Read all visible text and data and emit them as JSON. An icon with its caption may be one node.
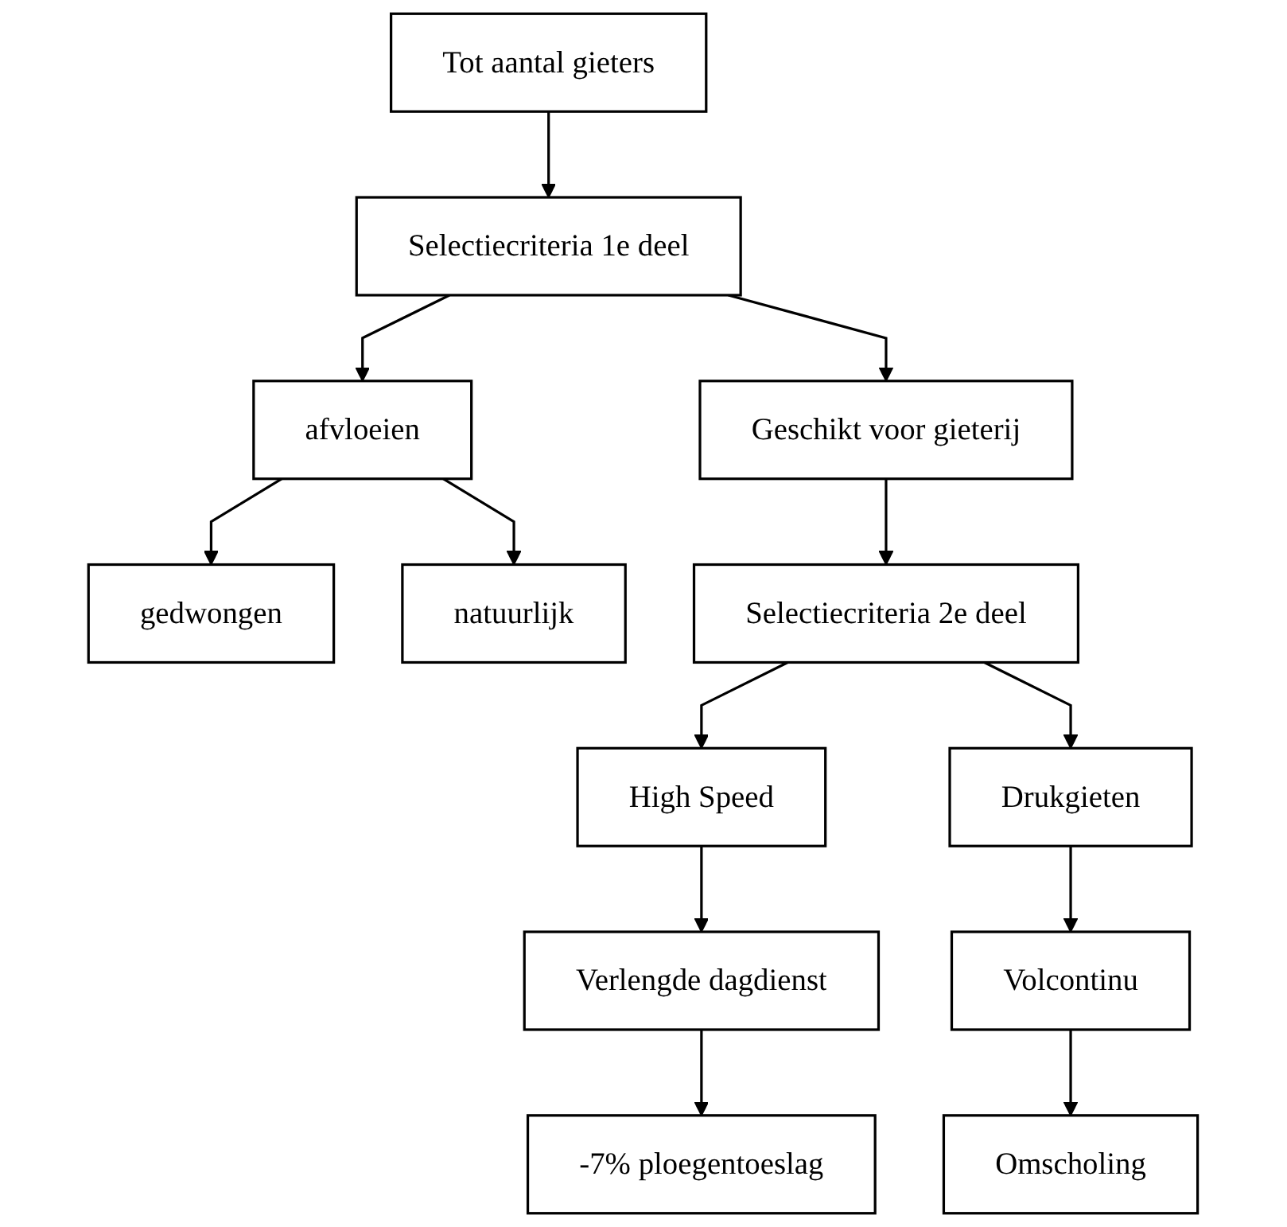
{
  "diagram": {
    "nodes": [
      {
        "text": [
          "Tot aantal gieters"
        ]
      },
      {
        "text": [
          "Selectiecriteria 1e deel"
        ]
      },
      {
        "text": [
          "afvloeien"
        ]
      },
      {
        "text": [
          "Geschikt voor gieterij"
        ]
      },
      {
        "text": [
          "gedwongen"
        ]
      },
      {
        "text": [
          "natuurlijk"
        ]
      },
      {
        "text": [
          "Selectiecriteria 2e deel"
        ]
      },
      {
        "text": [
          "High Speed"
        ]
      },
      {
        "text": [
          "Drukgieten"
        ]
      },
      {
        "text": [
          "Verlengde dagdienst"
        ]
      },
      {
        "text": [
          "Volcontinu"
        ]
      },
      {
        "text": [
          "-7% ploegentoeslag"
        ]
      },
      {
        "text": [
          "Omscholing"
        ]
      }
    ],
    "edges": [
      {
        "from": 0,
        "to": 1,
        "arrow": "to"
      },
      {
        "from": 1,
        "to": 2,
        "arrow": "to"
      },
      {
        "from": 1,
        "to": 3,
        "arrow": "to"
      },
      {
        "from": 2,
        "to": 4,
        "arrow": "to"
      },
      {
        "from": 2,
        "to": 5,
        "arrow": "to"
      },
      {
        "from": 3,
        "to": 6,
        "arrow": "to"
      },
      {
        "from": 6,
        "to": 7,
        "arrow": "to"
      },
      {
        "from": 6,
        "to": 8,
        "arrow": "to"
      },
      {
        "from": 7,
        "to": 9,
        "arrow": "to"
      },
      {
        "from": 8,
        "to": 10,
        "arrow": "to"
      },
      {
        "from": 9,
        "to": 11,
        "arrow": "to"
      },
      {
        "from": 10,
        "to": 12,
        "arrow": "to"
      }
    ]
  }
}
